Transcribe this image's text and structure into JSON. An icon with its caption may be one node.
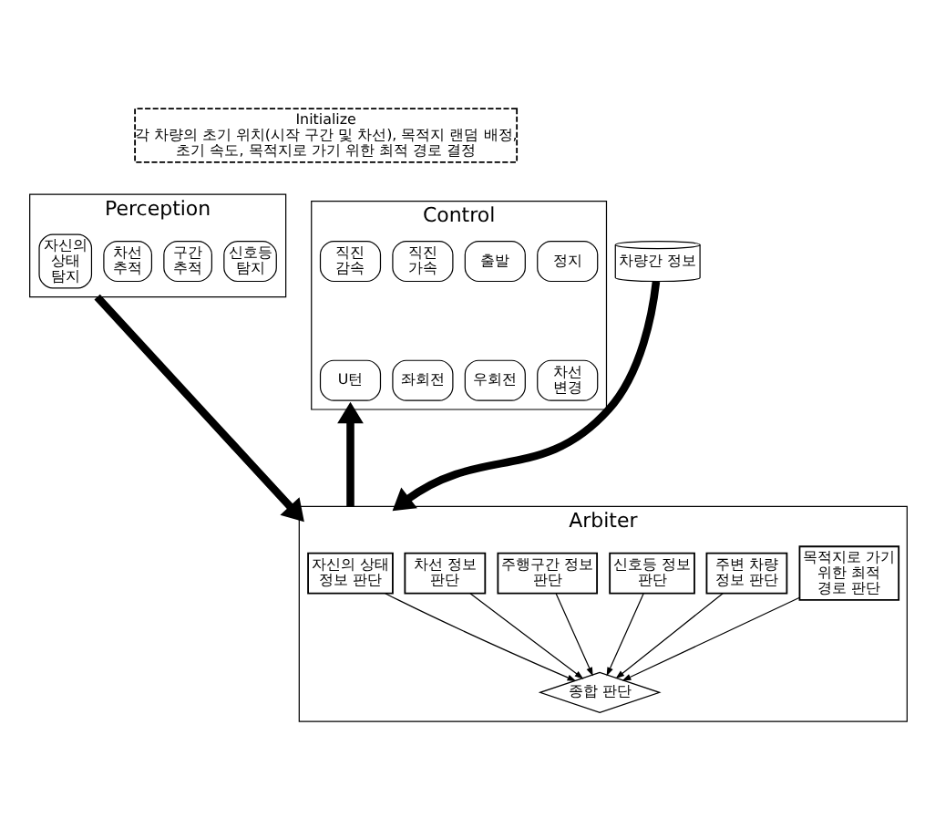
{
  "diagram": {
    "nodes": [
      {
        "text": [
          "Initialize",
          "각 차량의 초기 위치(시작 구간 및 차선), 목적지 랜덤 배정, 초기 속도, 목적지로 가기 위한 최적 경로 결정"
        ]
      },
      {
        "text": [
          "Perception"
        ]
      },
      {
        "text": [
          "자신의 상태 탐지"
        ],
        "in": 1
      },
      {
        "text": [
          "차선 추적"
        ],
        "in": 1
      },
      {
        "text": [
          "구간 추적"
        ],
        "in": 1
      },
      {
        "text": [
          "신호등 탐지"
        ],
        "in": 1
      },
      {
        "text": [
          "차량간 정보"
        ]
      },
      {
        "text": [
          "Control"
        ]
      },
      {
        "text": [
          "U턴"
        ],
        "in": 7
      },
      {
        "text": [
          "직진 감속"
        ],
        "in": 7
      },
      {
        "text": [
          "직진 가속"
        ],
        "in": 7
      },
      {
        "text": [
          "출발"
        ],
        "in": 7
      },
      {
        "text": [
          "정지"
        ],
        "in": 7
      },
      {
        "text": [
          "좌회전"
        ],
        "in": 7
      },
      {
        "text": [
          "우회전"
        ],
        "in": 7
      },
      {
        "text": [
          "차선 변경"
        ],
        "in": 7
      },
      {
        "text": [
          "Arbiter"
        ]
      },
      {
        "text": [
          "자신의 상태 정보 판단"
        ],
        "in": 16
      },
      {
        "text": [
          "차선 정보 판단"
        ],
        "in": 16
      },
      {
        "text": [
          "주행구간 정보 판단"
        ],
        "in": 16
      },
      {
        "text": [
          "신호등 정보 판단"
        ],
        "in": 16
      },
      {
        "text": [
          "주변 차량 정보 판단"
        ],
        "in": 16
      },
      {
        "text": [
          "목적지로 가기 위한 최적 경로 판단"
        ],
        "in": 16
      },
      {
        "text": [
          "종합 판단"
        ],
        "in": 16
      }
    ],
    "edges": [
      {
        "from": 1,
        "to": 16,
        "arrow": "to",
        "style": "thick"
      },
      {
        "from": 6,
        "to": 16,
        "arrow": "to",
        "style": "thick"
      },
      {
        "from": 16,
        "to": 7,
        "arrow": "to",
        "style": "thick"
      },
      {
        "from": 17,
        "to": 23,
        "arrow": "to"
      },
      {
        "from": 18,
        "to": 23,
        "arrow": "to"
      },
      {
        "from": 19,
        "to": 23,
        "arrow": "to"
      },
      {
        "from": 20,
        "to": 23,
        "arrow": "to"
      },
      {
        "from": 21,
        "to": 23,
        "arrow": "to"
      },
      {
        "from": 22,
        "to": 23,
        "arrow": "to"
      }
    ]
  }
}
